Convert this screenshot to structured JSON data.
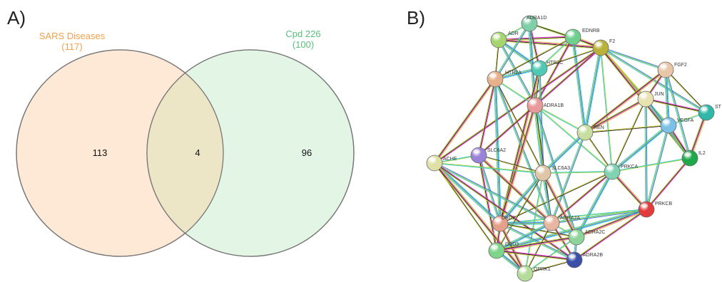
{
  "panels": {
    "a_label": "A)",
    "b_label": "B)"
  },
  "venn": {
    "set_left": {
      "name": "SARS Diseases",
      "count": "(117)",
      "fill": "#fde9d6",
      "text_color": "#f2a04a"
    },
    "set_right": {
      "name": "Cpd 226",
      "count": "(100)",
      "fill": "#e3f6e6",
      "text_color": "#58c07a"
    },
    "overlap_fill": "#ece5c6",
    "only_left": "113",
    "intersection": "4",
    "only_right": "96"
  },
  "network": {
    "nodes": [
      {
        "id": "ADRA1D",
        "color": "#7fd0a8"
      },
      {
        "id": "EDNRB",
        "color": "#6fcf8e"
      },
      {
        "id": "ADR",
        "color": "#a6d46e"
      },
      {
        "id": "F2",
        "color": "#b9b23a"
      },
      {
        "id": "HTR2C",
        "color": "#4fc9b4"
      },
      {
        "id": "HTR2A",
        "color": "#e6b08a"
      },
      {
        "id": "FGF2",
        "color": "#e8c6a8"
      },
      {
        "id": "JUN",
        "color": "#e8e2b0"
      },
      {
        "id": "ST",
        "color": "#2fb7a8"
      },
      {
        "id": "VEGFA",
        "color": "#7cc0e8"
      },
      {
        "id": "ADRA1B",
        "color": "#e89a9a"
      },
      {
        "id": "REN",
        "color": "#c8dea0"
      },
      {
        "id": "IL2",
        "color": "#1fa84a"
      },
      {
        "id": "SLC6A2",
        "color": "#9a82d6"
      },
      {
        "id": "ACHE",
        "color": "#dfe0a6"
      },
      {
        "id": "SLC6A3",
        "color": "#e0c6a6"
      },
      {
        "id": "PRKCA",
        "color": "#7fd3b2"
      },
      {
        "id": "PRKCB",
        "color": "#e23b3b"
      },
      {
        "id": "DRD2",
        "color": "#e6a08a"
      },
      {
        "id": "ADRA2A",
        "color": "#e8b6a0"
      },
      {
        "id": "ADRA2C",
        "color": "#8ed49a"
      },
      {
        "id": "DRD3",
        "color": "#7ed48a"
      },
      {
        "id": "ADRA2B",
        "color": "#3a4fa8"
      },
      {
        "id": "OPRK1",
        "color": "#b6dc9a"
      }
    ],
    "edge_colors": [
      "#9acd32",
      "#ff33cc",
      "#33cccc",
      "#222222",
      "#3366ff",
      "#cccc33"
    ]
  }
}
